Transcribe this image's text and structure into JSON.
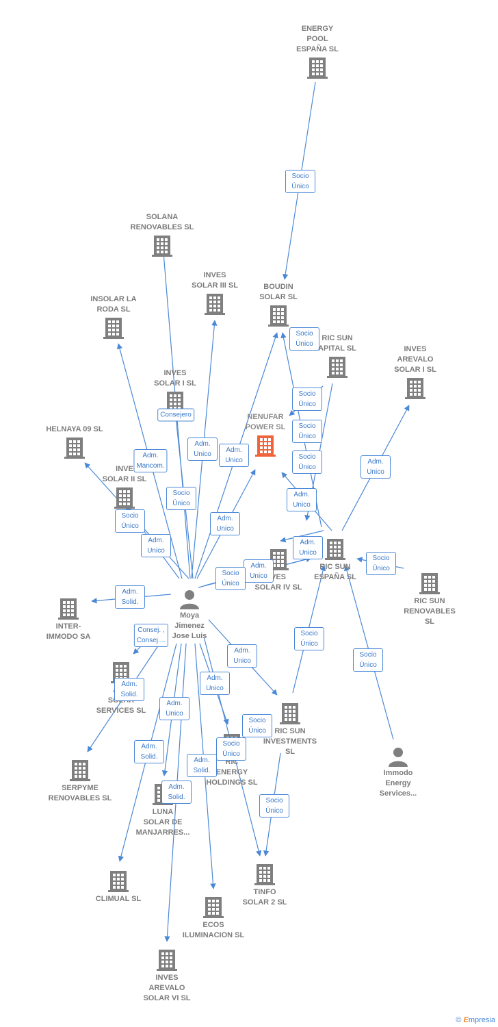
{
  "colors": {
    "edge": "#4a88d6",
    "building": "#7f7f7f",
    "main_building": "#f0643c",
    "person": "#7f7f7f"
  },
  "nodes": {
    "energy_pool": {
      "label": "ENERGY\nPOOL\nESPAÑA  SL",
      "icon": "building-icon"
    },
    "solana": {
      "label": "SOLANA\nRENOVABLES SL",
      "icon": "building-icon"
    },
    "inves_iii": {
      "label": "INVES\nSOLAR III SL",
      "icon": "building-icon"
    },
    "boudin": {
      "label": "BOUDIN\nSOLAR SL",
      "icon": "building-icon"
    },
    "insolar": {
      "label": "INSOLAR LA\nRODA  SL",
      "icon": "building-icon"
    },
    "ric_capital": {
      "label": "RIC SUN\nAPITAL  SL",
      "icon": "building-icon"
    },
    "inves_arevalo_i": {
      "label": "INVES\nAREVALO\nSOLAR I  SL",
      "icon": "building-icon"
    },
    "inves_i": {
      "label": "INVES\nSOLAR I SL",
      "icon": "building-icon"
    },
    "nenufar": {
      "label": "NENUFAR\nPOWER  SL",
      "icon": "building-icon"
    },
    "helnaya": {
      "label": "HELNAYA 09 SL",
      "icon": "building-icon"
    },
    "inves_ii": {
      "label": "INVE\nSOLAR II SL",
      "icon": "building-icon"
    },
    "inves_iv": {
      "label": "VES\nSOLAR IV SL",
      "icon": "building-icon"
    },
    "ric_espana": {
      "label": "RIC SUN\nESPAÑA  SL",
      "icon": "building-icon"
    },
    "ric_renovables": {
      "label": "RIC SUN\nRENOVABLES\nSL",
      "icon": "building-icon"
    },
    "moya": {
      "label": "Moya\nJimenez\nJose Luis",
      "icon": "person-icon"
    },
    "intermmodo": {
      "label": "INTER-\nIMMODO SA",
      "icon": "building-icon"
    },
    "aragon": {
      "label": "ARA\nSOLAR\nSERVICES SL",
      "icon": "building-icon"
    },
    "ric_investments": {
      "label": "RIC SUN\nINVESTMENTS\nSL",
      "icon": "building-icon"
    },
    "ric_energy": {
      "label": "RIC\nENERGY\nHOLDINGS  SL",
      "icon": "building-icon"
    },
    "immodo": {
      "label": "Immodo\nEnergy\nServices...",
      "icon": "person-icon"
    },
    "serpyme": {
      "label": "SERPYME\nRENOVABLES SL",
      "icon": "building-icon"
    },
    "luna": {
      "label": "LUNA\nSOLAR DE\nMANJARRES...",
      "icon": "building-icon"
    },
    "climual": {
      "label": "CLIMUAL SL",
      "icon": "building-icon"
    },
    "tinfo": {
      "label": "TINFO\nSOLAR 2 SL",
      "icon": "building-icon"
    },
    "ecos": {
      "label": "ECOS\nILUMINACION SL",
      "icon": "building-icon"
    },
    "inves_arevalo_vi": {
      "label": "INVES\nAREVALO\nSOLAR VI SL",
      "icon": "building-icon"
    }
  },
  "edge_labels": [
    {
      "id": "e1",
      "text": "Socio\nÚnico"
    },
    {
      "id": "e2",
      "text": "Socio\nÚnico"
    },
    {
      "id": "e3",
      "text": "Consejero"
    },
    {
      "id": "e4",
      "text": "Adm.\nUnico"
    },
    {
      "id": "e5",
      "text": "Adm.\nUnico"
    },
    {
      "id": "e6",
      "text": "Adm.\nMancom."
    },
    {
      "id": "e7",
      "text": "Socio\nÚnico"
    },
    {
      "id": "e8",
      "text": "Socio\nÚnico"
    },
    {
      "id": "e9",
      "text": "Socio\nÚnico"
    },
    {
      "id": "e10",
      "text": "Socio\nÚnico"
    },
    {
      "id": "e11",
      "text": "Adm.\nUnico"
    },
    {
      "id": "e12",
      "text": "Adm.\nUnico"
    },
    {
      "id": "e13",
      "text": "Socio\nÚnico"
    },
    {
      "id": "e14",
      "text": "Adm.\nUnico"
    },
    {
      "id": "e15",
      "text": "Adm.\nUnico"
    },
    {
      "id": "e16",
      "text": "Socio\nÚnico"
    },
    {
      "id": "e17",
      "text": "Adm.\nUnico"
    },
    {
      "id": "e18",
      "text": "Adm.\nUnico"
    },
    {
      "id": "e19",
      "text": "Socio\nÚnico"
    },
    {
      "id": "e20",
      "text": "Adm.\nSolid."
    },
    {
      "id": "e21",
      "text": "Consej. ,\nConsej...."
    },
    {
      "id": "e22",
      "text": "Socio\nÚnico"
    },
    {
      "id": "e23",
      "text": "Adm.\nUnico"
    },
    {
      "id": "e24",
      "text": "Socio\nÚnico"
    },
    {
      "id": "e25",
      "text": "Adm.\nSolid."
    },
    {
      "id": "e26",
      "text": "Adm.\nUnico"
    },
    {
      "id": "e27",
      "text": "Adm.\nUnico"
    },
    {
      "id": "e28",
      "text": "Socio\nÚnico"
    },
    {
      "id": "e29",
      "text": "Socio\nÚnico"
    },
    {
      "id": "e30",
      "text": "Adm.\nSolid."
    },
    {
      "id": "e31",
      "text": "Adm.\nSolid."
    },
    {
      "id": "e32",
      "text": "Adm.\nSolid."
    },
    {
      "id": "e33",
      "text": "Socio\nÚnico"
    }
  ],
  "footer": {
    "copyright": "©",
    "brand_e": "E",
    "brand_rest": "mpresia"
  }
}
